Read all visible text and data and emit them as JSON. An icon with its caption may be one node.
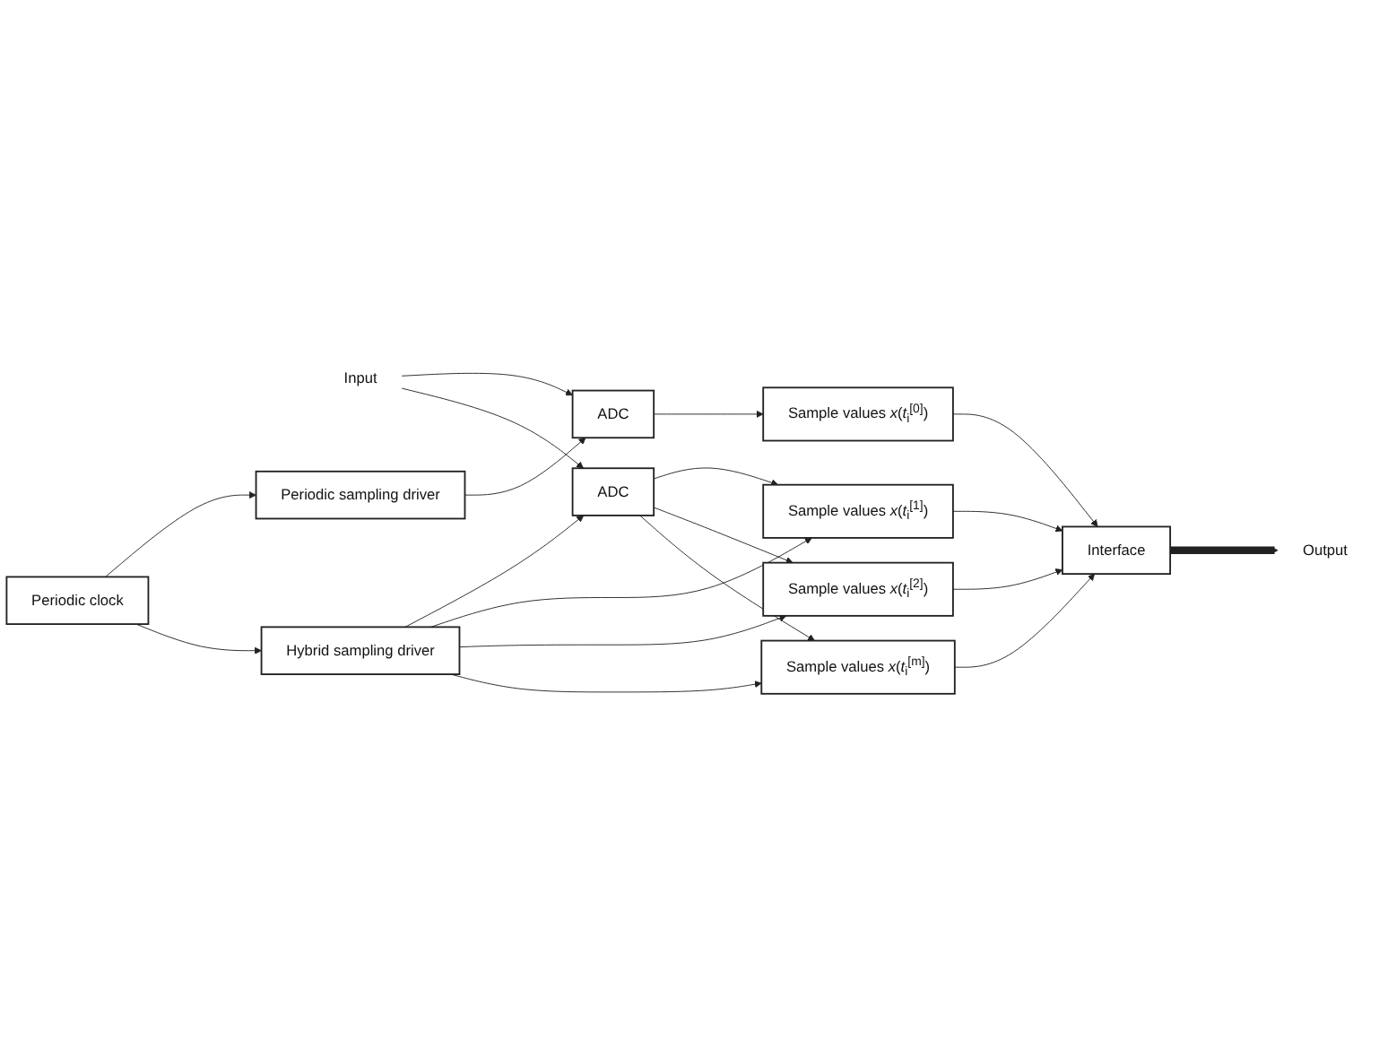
{
  "diagram": {
    "nodes": [
      {
        "text": [
          "Input"
        ]
      },
      {
        "text": [
          "Periodic clock"
        ]
      },
      {
        "text": [
          "ADC"
        ]
      },
      {
        "text": [
          "Periodic sampling driver"
        ]
      },
      {
        "text": [
          "Hybrid sampling driver"
        ]
      },
      {
        "text": [
          "ADC"
        ]
      },
      {
        "text": [
          "Sample values *x*(*t*$_{i}$$^{[0]}$)"
        ]
      },
      {
        "text": [
          "Sample values *x*(*t*$_{i}$$^{[1]}$)"
        ]
      },
      {
        "text": [
          "Sample values *x*(*t*$_{i}$$^{[2]}$)"
        ]
      },
      {
        "text": [
          "Sample values *x*(*t*$_{i}$$^{[m]}$)"
        ]
      },
      {
        "text": [
          "Interface"
        ]
      },
      {
        "text": [
          "Output"
        ]
      }
    ],
    "edges": [
      {
        "from": 0,
        "to": 2,
        "arrow": "to"
      },
      {
        "from": 0,
        "to": 5,
        "arrow": "to"
      },
      {
        "from": 3,
        "to": 2,
        "arrow": "to"
      },
      {
        "from": 1,
        "to": 3,
        "arrow": "to"
      },
      {
        "from": 1,
        "to": 4,
        "arrow": "to"
      },
      {
        "from": 4,
        "to": 5,
        "arrow": "to"
      },
      {
        "from": 2,
        "to": 6,
        "arrow": "to"
      },
      {
        "from": 4,
        "to": 7,
        "arrow": "to"
      },
      {
        "from": 5,
        "to": 7,
        "arrow": "to"
      },
      {
        "from": 4,
        "to": 8,
        "arrow": "to"
      },
      {
        "from": 5,
        "to": 8,
        "arrow": "to"
      },
      {
        "from": 4,
        "to": 9,
        "arrow": "to"
      },
      {
        "from": 5,
        "to": 9,
        "arrow": "to"
      },
      {
        "from": 6,
        "to": 10,
        "arrow": "to"
      },
      {
        "from": 7,
        "to": 10,
        "arrow": "to"
      },
      {
        "from": 8,
        "to": 10,
        "arrow": "to"
      },
      {
        "from": 9,
        "to": 10,
        "arrow": "to"
      },
      {
        "from": 10,
        "to": 11,
        "arrow": "to",
        "style": "thick"
      }
    ]
  }
}
